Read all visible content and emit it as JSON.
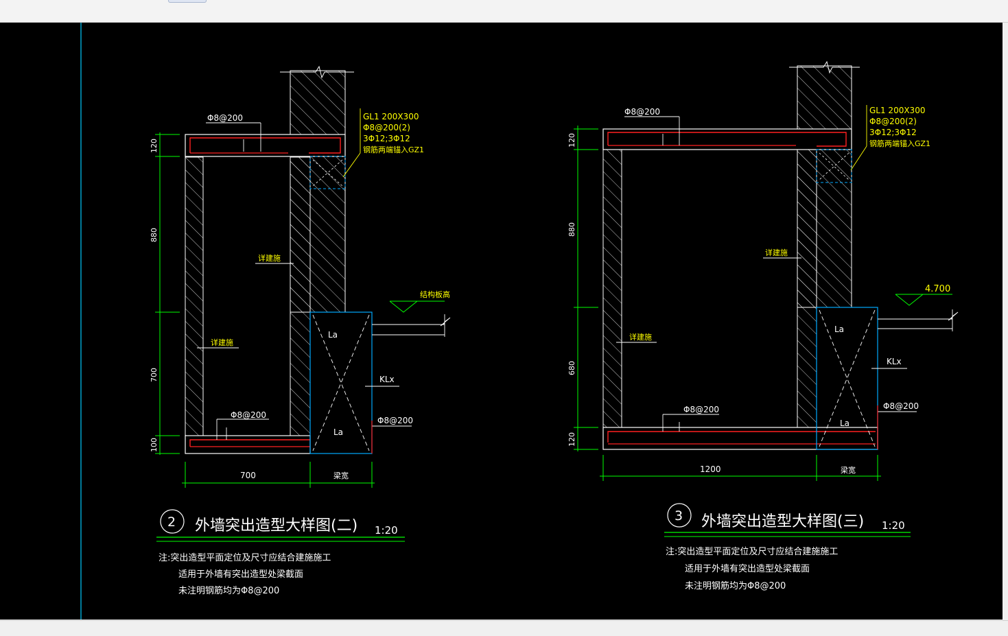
{
  "colors": {
    "background": "#000000",
    "wall": "#ffffff",
    "dimension": "#00ff00",
    "annotation": "#ffff00",
    "rebar": "#ff2020",
    "beam_outline": "#00aaff",
    "frame_line": "#00ccff"
  },
  "detail2": {
    "number": "2",
    "title": "外墙突出造型大样图(二)",
    "scale": "1:20",
    "rebar_top": "Φ8@200",
    "rebar_bottom": "Φ8@200",
    "rebar_side": "Φ8@200",
    "gl_spec": [
      "GL1 200X300",
      "Φ8@200(2)",
      "3Φ12;3Φ12",
      "钢筋两端锚入GZ1"
    ],
    "label_arch_1": "详建施",
    "label_arch_2": "详建施",
    "label_level": "结构板高",
    "label_la_1": "La",
    "label_la_2": "La",
    "label_kl": "KLx",
    "dims_vertical": [
      "120",
      "880",
      "700",
      "100"
    ],
    "dim_width": "700",
    "dim_beam": "梁宽"
  },
  "detail3": {
    "number": "3",
    "title": "外墙突出造型大样图(三)",
    "scale": "1:20",
    "rebar_top": "Φ8@200",
    "rebar_bottom": "Φ8@200",
    "rebar_side": "Φ8@200",
    "gl_spec": [
      "GL1 200X300",
      "Φ8@200(2)",
      "3Φ12;3Φ12",
      "钢筋两端锚入GZ1"
    ],
    "label_arch_1": "详建施",
    "label_arch_2": "详建施",
    "label_level": "4.700",
    "label_la_1": "La",
    "label_la_2": "La",
    "label_kl": "KLx",
    "dims_vertical": [
      "120",
      "880",
      "680",
      "120"
    ],
    "dim_width": "1200",
    "dim_beam": "梁宽"
  },
  "notes2": [
    "注:突出造型平面定位及尺寸应结合建施施工",
    "适用于外墙有突出造型处梁截面",
    "未注明钢筋均为Φ8@200"
  ],
  "notes3": [
    "注:突出造型平面定位及尺寸应结合建施施工",
    "适用于外墙有突出造型处梁截面",
    "未注明钢筋均为Φ8@200"
  ]
}
